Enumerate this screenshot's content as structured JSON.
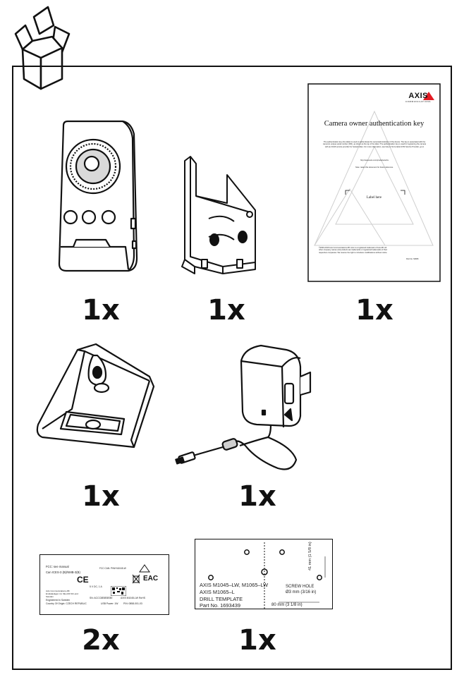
{
  "items": [
    {
      "id": "camera",
      "quantity": "1x"
    },
    {
      "id": "mounting-bracket",
      "quantity": "1x"
    },
    {
      "id": "authentication-key-document",
      "quantity": "1x"
    },
    {
      "id": "camera-stand",
      "quantity": "1x"
    },
    {
      "id": "power-adapter",
      "quantity": "1x"
    },
    {
      "id": "product-label",
      "quantity": "2x"
    },
    {
      "id": "drill-template",
      "quantity": "1x"
    }
  ],
  "auth_document": {
    "brand": "AXIS",
    "brand_sub": "COMMUNICATIONS",
    "title": "Camera owner authentication key",
    "body": "The authentication key (the label) is used to authenticate the owner/administrator of the device. The key is associated with the camera's unique serial number (S/N), as shown at the top of the label. The authentication key is used for registering the camera with an AVHS service provider for hosted video. For more information, see help or find a label AXIS Service Provider, go to",
    "url": "http://www.axis.com/products/avhs",
    "keep_note": "Note: retain this document for future reference.",
    "label_here": "Label here",
    "footer": "©2000-2016 Axis Communications AB. Axis is a registered trademark of Axis AB. All other company names and products are trademarks or registered trademarks of their respective companies. We reserve the right to introduce modifications without notice.",
    "part_no": "Part No. 54835"
  },
  "product_label": {
    "line1": "FCC: see manual",
    "line2": "Can ICES-3 (B)/NMB-3(B)",
    "fcc_text": "FCC CAN: PHM M1045-W",
    "ce": "CE",
    "eac": "EAC",
    "maker": "Axis Communications AB",
    "maker2": "Emdalavägen 14, SE-223 69 Lund",
    "maker3": "Sweden",
    "made": "Engineered in Sweden",
    "origin": "Country Of Origin: CZECH REPUBLIC",
    "sn": "SN: ACCC8E8E8E8E",
    "model": "AXIS M1045-LW RoHS",
    "power": "5 V DC, 1 A",
    "usb": "USB Power: 1W",
    "pn": "P/N: 0858-001-03"
  },
  "drill_template": {
    "line1": "AXIS M1045–LW, M1065–LW",
    "line2": "AXIS M1065–L",
    "line3": "DRILL TEMPLATE",
    "part_no": "Part No. 1693439",
    "hole_label": "SCREW HOLE",
    "hole_size": "Ø3 mm (3/16 in)",
    "dim_horizontal": "80 mm (3 1/8 in)",
    "dim_vertical": "41 mm (1 5/8 in)"
  }
}
